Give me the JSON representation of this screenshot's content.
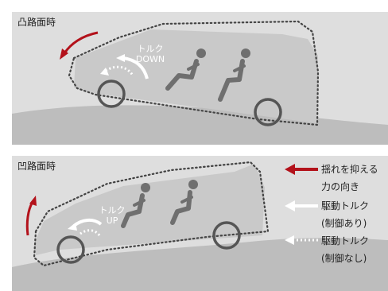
{
  "panels": {
    "top": {
      "title": "凸路面時",
      "torque_label_1": "トルク",
      "torque_label_2": "DOWN"
    },
    "bottom": {
      "title": "凹路面時",
      "torque_label_1": "トルク",
      "torque_label_2": "UP"
    }
  },
  "legend": {
    "item1_line1": "揺れを抑える",
    "item1_line2": "力の向き",
    "item2_line1": "駆動トルク",
    "item2_line2": "(制御あり)",
    "item3_line1": "駆動トルク",
    "item3_line2": "(制御なし)"
  },
  "colors": {
    "panel_bg": "#dedede",
    "ground": "#bdbdbd",
    "car_body": "#c9c9c9",
    "outline": "#555555",
    "accent_red": "#b3121b",
    "white": "#ffffff"
  },
  "icons": [
    "red-arrow-icon",
    "solid-white-arrow-icon",
    "dotted-white-arrow-icon",
    "wheel-icon",
    "seated-person-icon"
  ]
}
